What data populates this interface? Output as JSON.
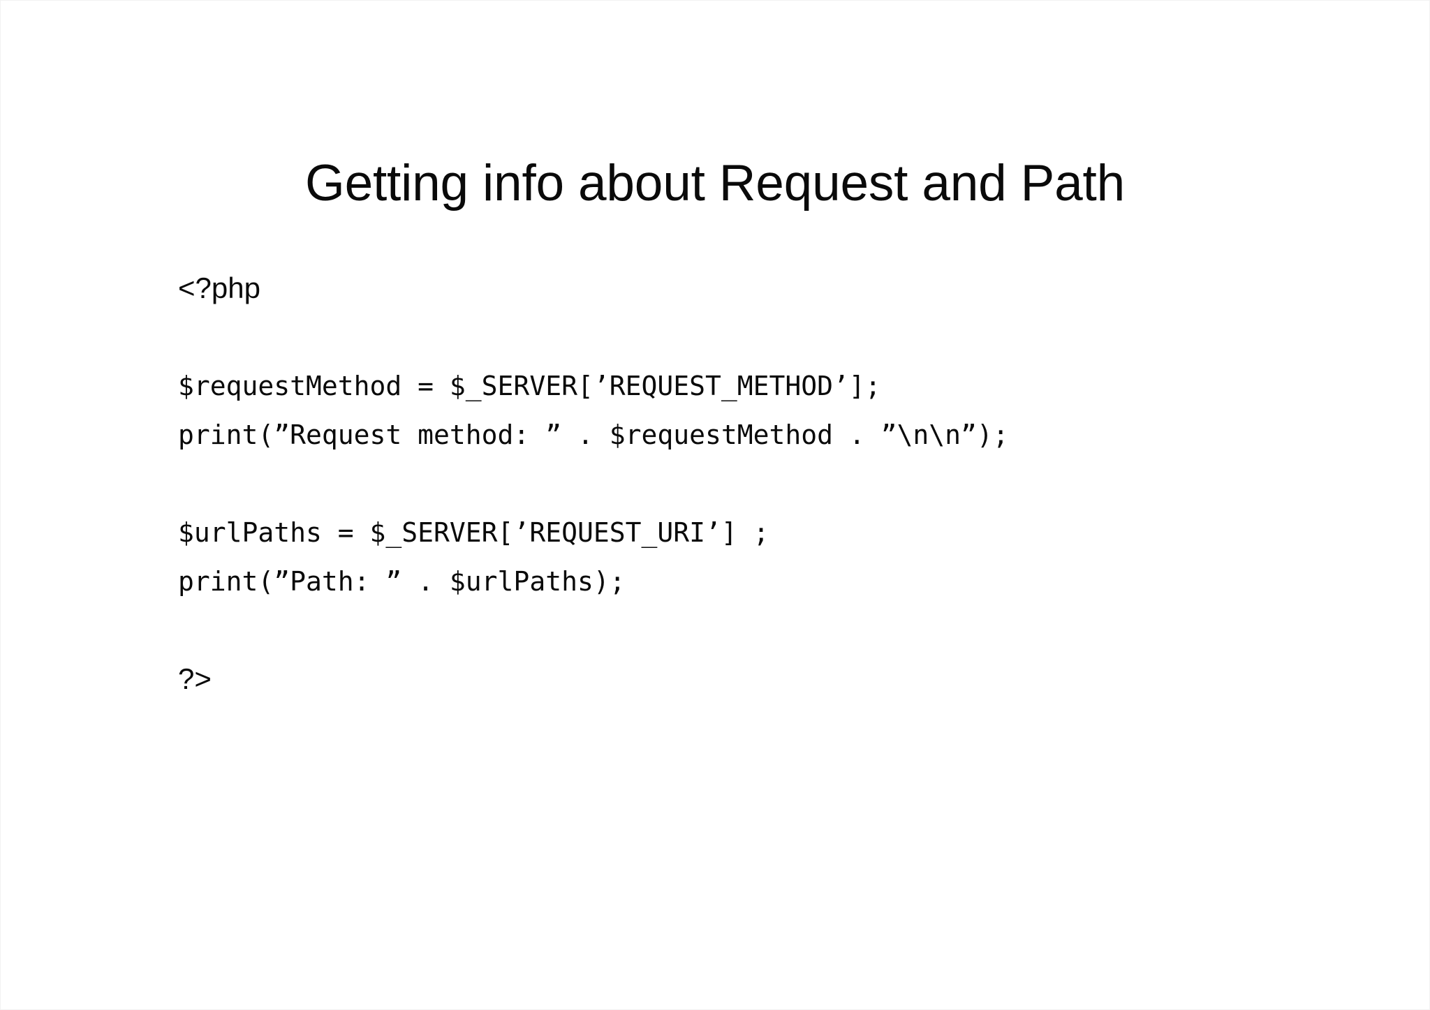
{
  "slide": {
    "title": "Getting info about Request and Path",
    "background_color": "#ffffff",
    "text_color": "#0a0a0a",
    "code": {
      "language": "php",
      "lines": [
        {
          "id": "l1",
          "text": "<?php",
          "style": "tag"
        },
        {
          "id": "l2",
          "text": "",
          "style": "blank"
        },
        {
          "id": "l3",
          "text": "$requestMethod = $_SERVER[’REQUEST_METHOD’];",
          "style": "code"
        },
        {
          "id": "l4",
          "text": "print(”Request method: ” . $requestMethod . ”\\n\\n”);",
          "style": "code"
        },
        {
          "id": "l5",
          "text": "",
          "style": "blank"
        },
        {
          "id": "l6",
          "text": "$urlPaths = $_SERVER[’REQUEST_URI’] ;",
          "style": "code"
        },
        {
          "id": "l7",
          "text": "print(”Path: ” . $urlPaths);",
          "style": "code"
        },
        {
          "id": "l8",
          "text": "",
          "style": "blank"
        },
        {
          "id": "l9",
          "text": "?>",
          "style": "tag"
        }
      ]
    }
  }
}
